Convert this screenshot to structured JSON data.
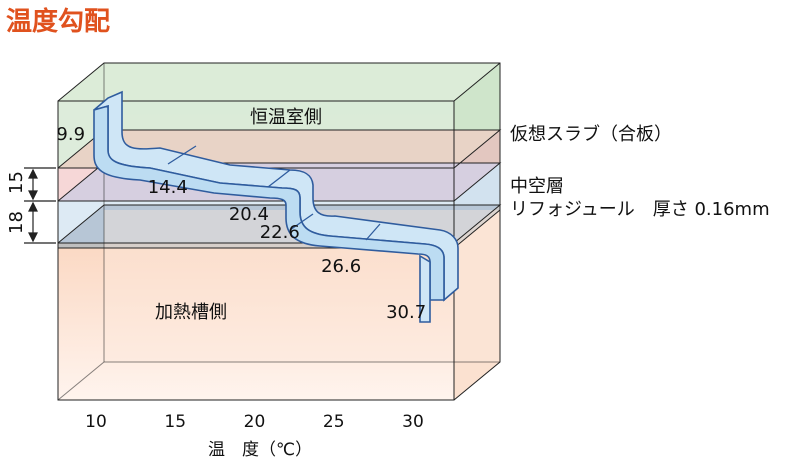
{
  "title": "温度勾配",
  "colors": {
    "title": "#e0521e",
    "room_layer": "#d9ead7",
    "slab_layer": "#e6d3c8",
    "hollow_layer": "#d9cfe0",
    "module_layer": "#b9c9d9",
    "heater_layer": "#fbe2d3",
    "curve_fill": "#cfe6f6",
    "curve_stroke": "#2f5c9e"
  },
  "labels": {
    "room_side": "恒温室側",
    "heater_side": "加熱槽側",
    "layer_slab": "仮想スラブ（合板）",
    "layer_hollow": "中空層",
    "layer_module": "リフォジュール　厚さ 0.16mm"
  },
  "dimensions": {
    "d15": "15",
    "d18": "18"
  },
  "axis": {
    "xlabel": "温　度（℃）",
    "ticks": [
      "10",
      "15",
      "20",
      "25",
      "30"
    ]
  },
  "chart_data": {
    "type": "line",
    "ylabel": "",
    "x_range": [
      10,
      30
    ],
    "points": [
      {
        "label": "9.9",
        "value": 9.9
      },
      {
        "label": "14.4",
        "value": 14.4
      },
      {
        "label": "20.4",
        "value": 20.4
      },
      {
        "label": "22.6",
        "value": 22.6
      },
      {
        "label": "26.6",
        "value": 26.6
      },
      {
        "label": "30.7",
        "value": 30.7
      }
    ]
  }
}
